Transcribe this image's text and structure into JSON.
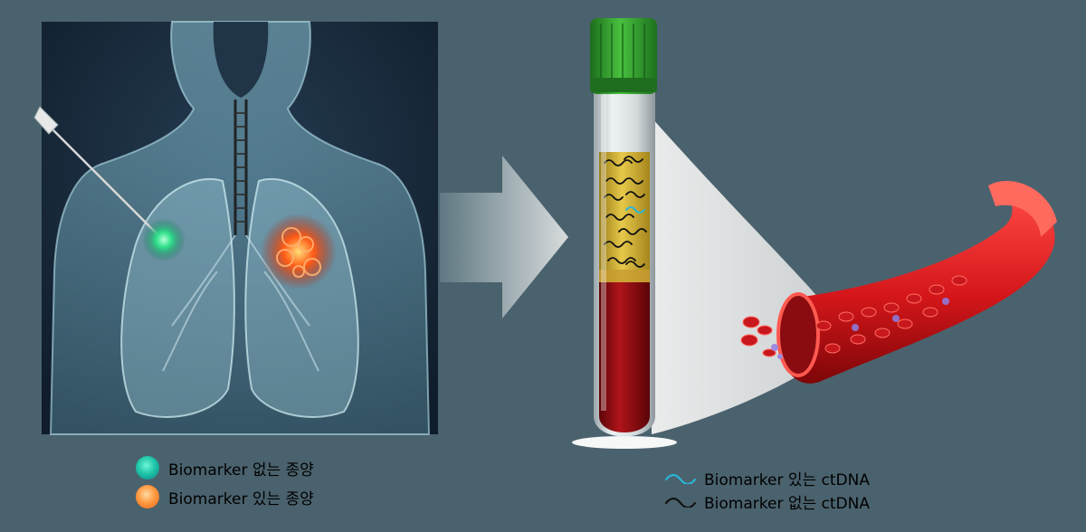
{
  "legend_left": {
    "items": [
      {
        "label": "Biomarker 없는 종양",
        "marker": "green-circle",
        "color": "#1fc6a8"
      },
      {
        "label": "Biomarker 있는 종양",
        "marker": "orange-circle",
        "color": "#ff8a30"
      }
    ]
  },
  "legend_right": {
    "items": [
      {
        "label": "Biomarker 있는 ctDNA",
        "marker": "cyan-wave",
        "color": "#29b6d8"
      },
      {
        "label": "Biomarker 없는 ctDNA",
        "marker": "black-wave",
        "color": "#111111"
      }
    ]
  },
  "colors": {
    "background": "#4a626d",
    "panel": "#1a2c3c",
    "blood": "#a10f14",
    "plasma": "#d9b83a",
    "cap": "#2e9b2e"
  }
}
